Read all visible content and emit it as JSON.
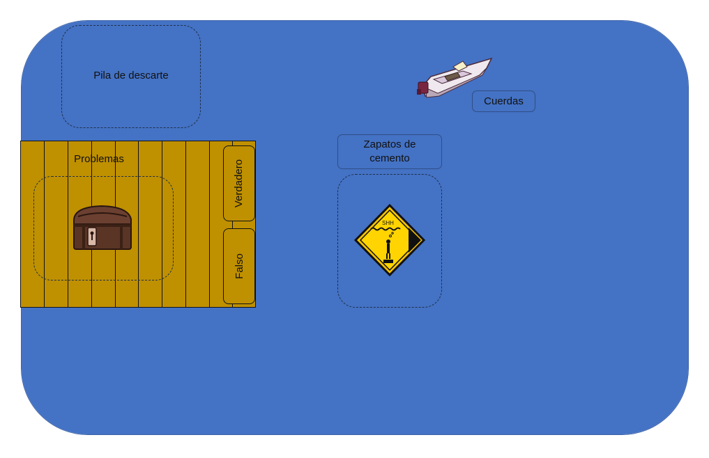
{
  "colors": {
    "water": "#4472c4",
    "dock": "#bf9000",
    "dashed_border": "#1f2f4a"
  },
  "zones": {
    "discard_pile": "Pila de descarte",
    "problems": "Problemas"
  },
  "cards": {
    "ropes": "Cuerdas",
    "cement_shoes": "Zapatos de cemento"
  },
  "buttons": {
    "true": "Verdadero",
    "false": "Falso"
  },
  "sign": {
    "text": "SHH"
  },
  "icons": {
    "boat": "motorboat-icon",
    "chest": "treasure-chest-icon",
    "sign": "warning-sign-icon"
  }
}
